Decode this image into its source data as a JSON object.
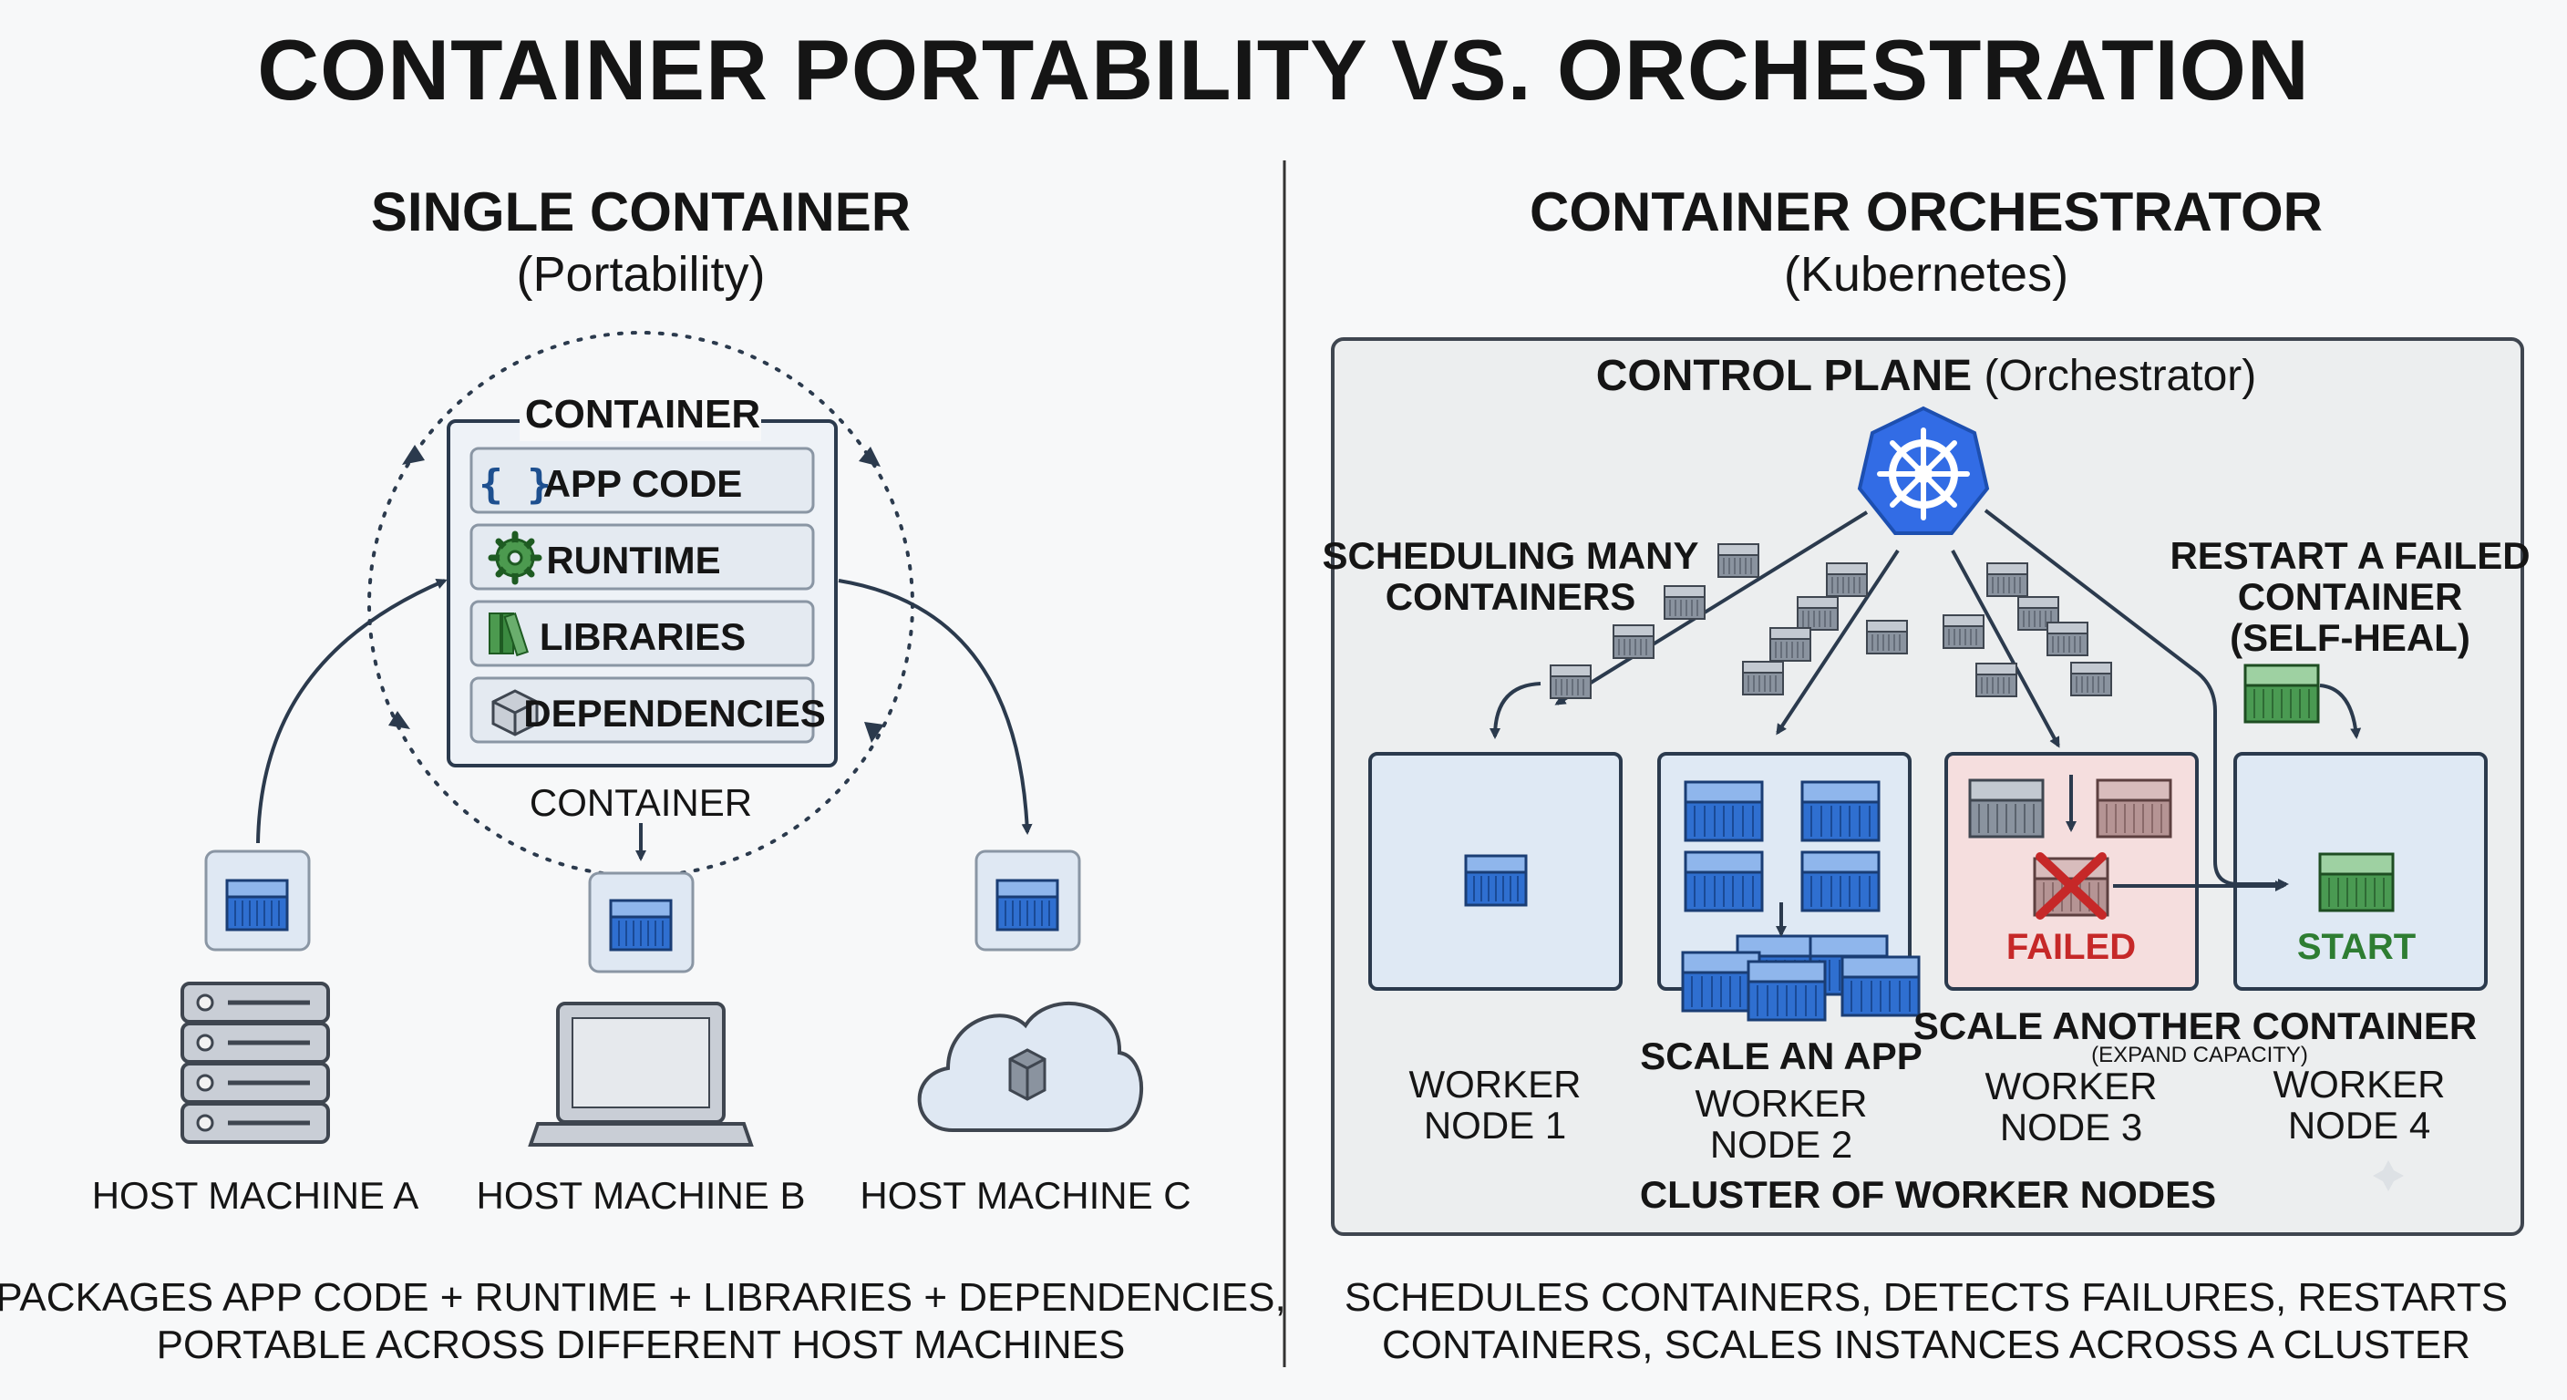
{
  "title": "CONTAINER PORTABILITY VS. ORCHESTRATION",
  "left": {
    "heading": "SINGLE CONTAINER",
    "subheading": "(Portability)",
    "container_box": {
      "title": "CONTAINER",
      "layers": [
        {
          "label": "APP CODE",
          "icon": "braces-icon"
        },
        {
          "label": "RUNTIME",
          "icon": "gear-icon"
        },
        {
          "label": "LIBRARIES",
          "icon": "books-icon"
        },
        {
          "label": "DEPENDENCIES",
          "icon": "package-icon"
        }
      ]
    },
    "container_label": "CONTAINER",
    "hosts": [
      {
        "label": "HOST MACHINE A",
        "icon": "server-rack-icon"
      },
      {
        "label": "HOST MACHINE B",
        "icon": "laptop-icon"
      },
      {
        "label": "HOST MACHINE C",
        "icon": "cloud-icon"
      }
    ],
    "caption_line1": "PACKAGES APP CODE + RUNTIME + LIBRARIES + DEPENDENCIES,",
    "caption_line2": "PORTABLE ACROSS DIFFERENT HOST MACHINES"
  },
  "right": {
    "heading": "CONTAINER ORCHESTRATOR",
    "subheading": "(Kubernetes)",
    "control_plane_bold": "CONTROL PLANE",
    "control_plane_paren": "(Orchestrator)",
    "scheduling_label_1": "SCHEDULING MANY",
    "scheduling_label_2": "CONTAINERS",
    "restart_label_1": "RESTART A FAILED",
    "restart_label_2": "CONTAINER",
    "restart_label_3": "(SELF-HEAL)",
    "scale_app_label": "SCALE AN APP",
    "scale_another_label": "SCALE ANOTHER CONTAINER",
    "expand_capacity_label": "(EXPAND CAPACITY)",
    "failed_label": "FAILED",
    "start_label": "START",
    "nodes": [
      {
        "line1": "WORKER",
        "line2": "NODE 1"
      },
      {
        "line1": "WORKER",
        "line2": "NODE 2"
      },
      {
        "line1": "WORKER",
        "line2": "NODE 3"
      },
      {
        "line1": "WORKER",
        "line2": "NODE 4"
      }
    ],
    "cluster_label": "CLUSTER OF WORKER NODES",
    "caption_line1": "SCHEDULES CONTAINERS, DETECTS FAILURES, RESTARTS",
    "caption_line2": "CONTAINERS, SCALES INSTANCES ACROSS A CLUSTER"
  },
  "colors": {
    "container_blue": "#2f6fd0",
    "kubernetes_blue": "#326ce5",
    "failed_red": "#c62828",
    "start_green": "#2e7d32",
    "node_fill": "#dfe9f4",
    "failed_fill": "#f5dede"
  }
}
